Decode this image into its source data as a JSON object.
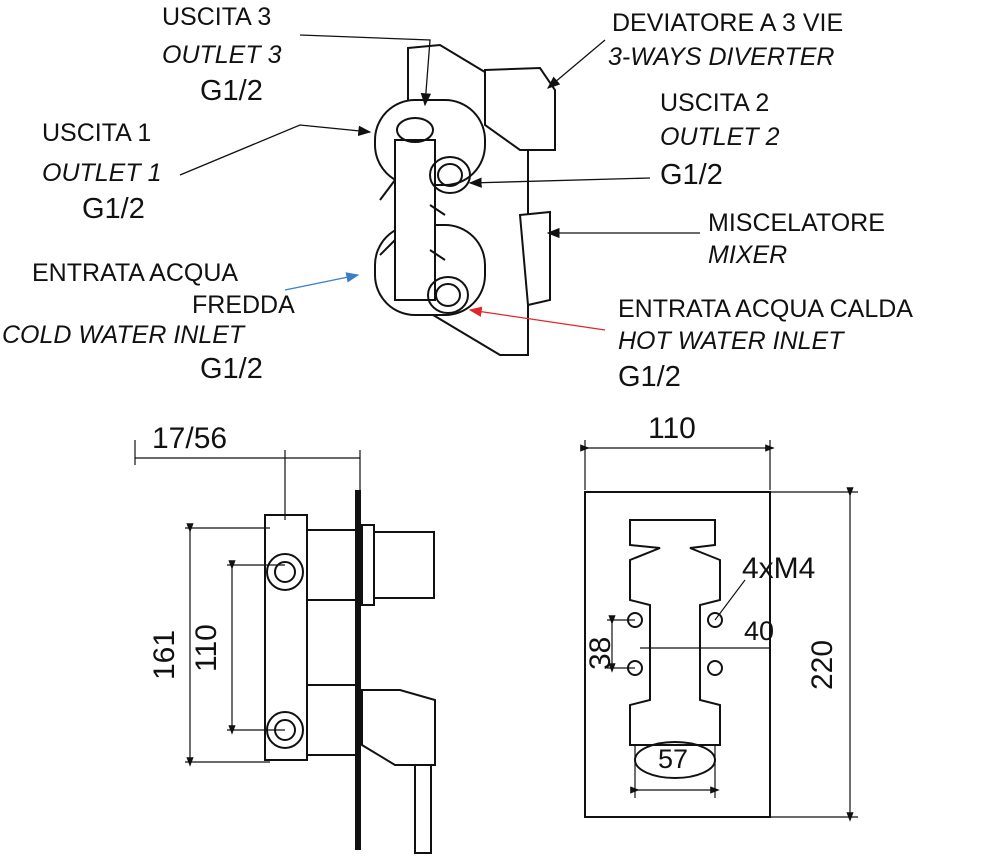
{
  "labels": {
    "outlet3": {
      "it": "USCITA 3",
      "en": "OUTLET 3",
      "size": "G1/2"
    },
    "diverter": {
      "it": "DEVIATORE A 3 VIE",
      "en": "3-WAYS DIVERTER"
    },
    "outlet2": {
      "it": "USCITA 2",
      "en": "OUTLET 2",
      "size": "G1/2"
    },
    "outlet1": {
      "it": "USCITA 1",
      "en": "OUTLET 1",
      "size": "G1/2"
    },
    "mixer": {
      "it": "MISCELATORE",
      "en": "MIXER"
    },
    "cold_inlet": {
      "it1": "ENTRATA ACQUA",
      "it2": "FREDDA",
      "en": "COLD WATER INLET",
      "size": "G1/2"
    },
    "hot_inlet": {
      "it": "ENTRATA ACQUA CALDA",
      "en": "HOT WATER INLET",
      "size": "G1/2"
    }
  },
  "dimensions": {
    "depth": "17/56",
    "height_total": "161",
    "outlet_spacing": "110",
    "plate_width": "110",
    "plate_height": "220",
    "screw_vertical": "38",
    "screw_horizontal": "40",
    "screws": "4xM4",
    "bottom_width": "57"
  },
  "colors": {
    "cold_arrow": "#3a7ec8",
    "hot_arrow": "#e0262b"
  }
}
